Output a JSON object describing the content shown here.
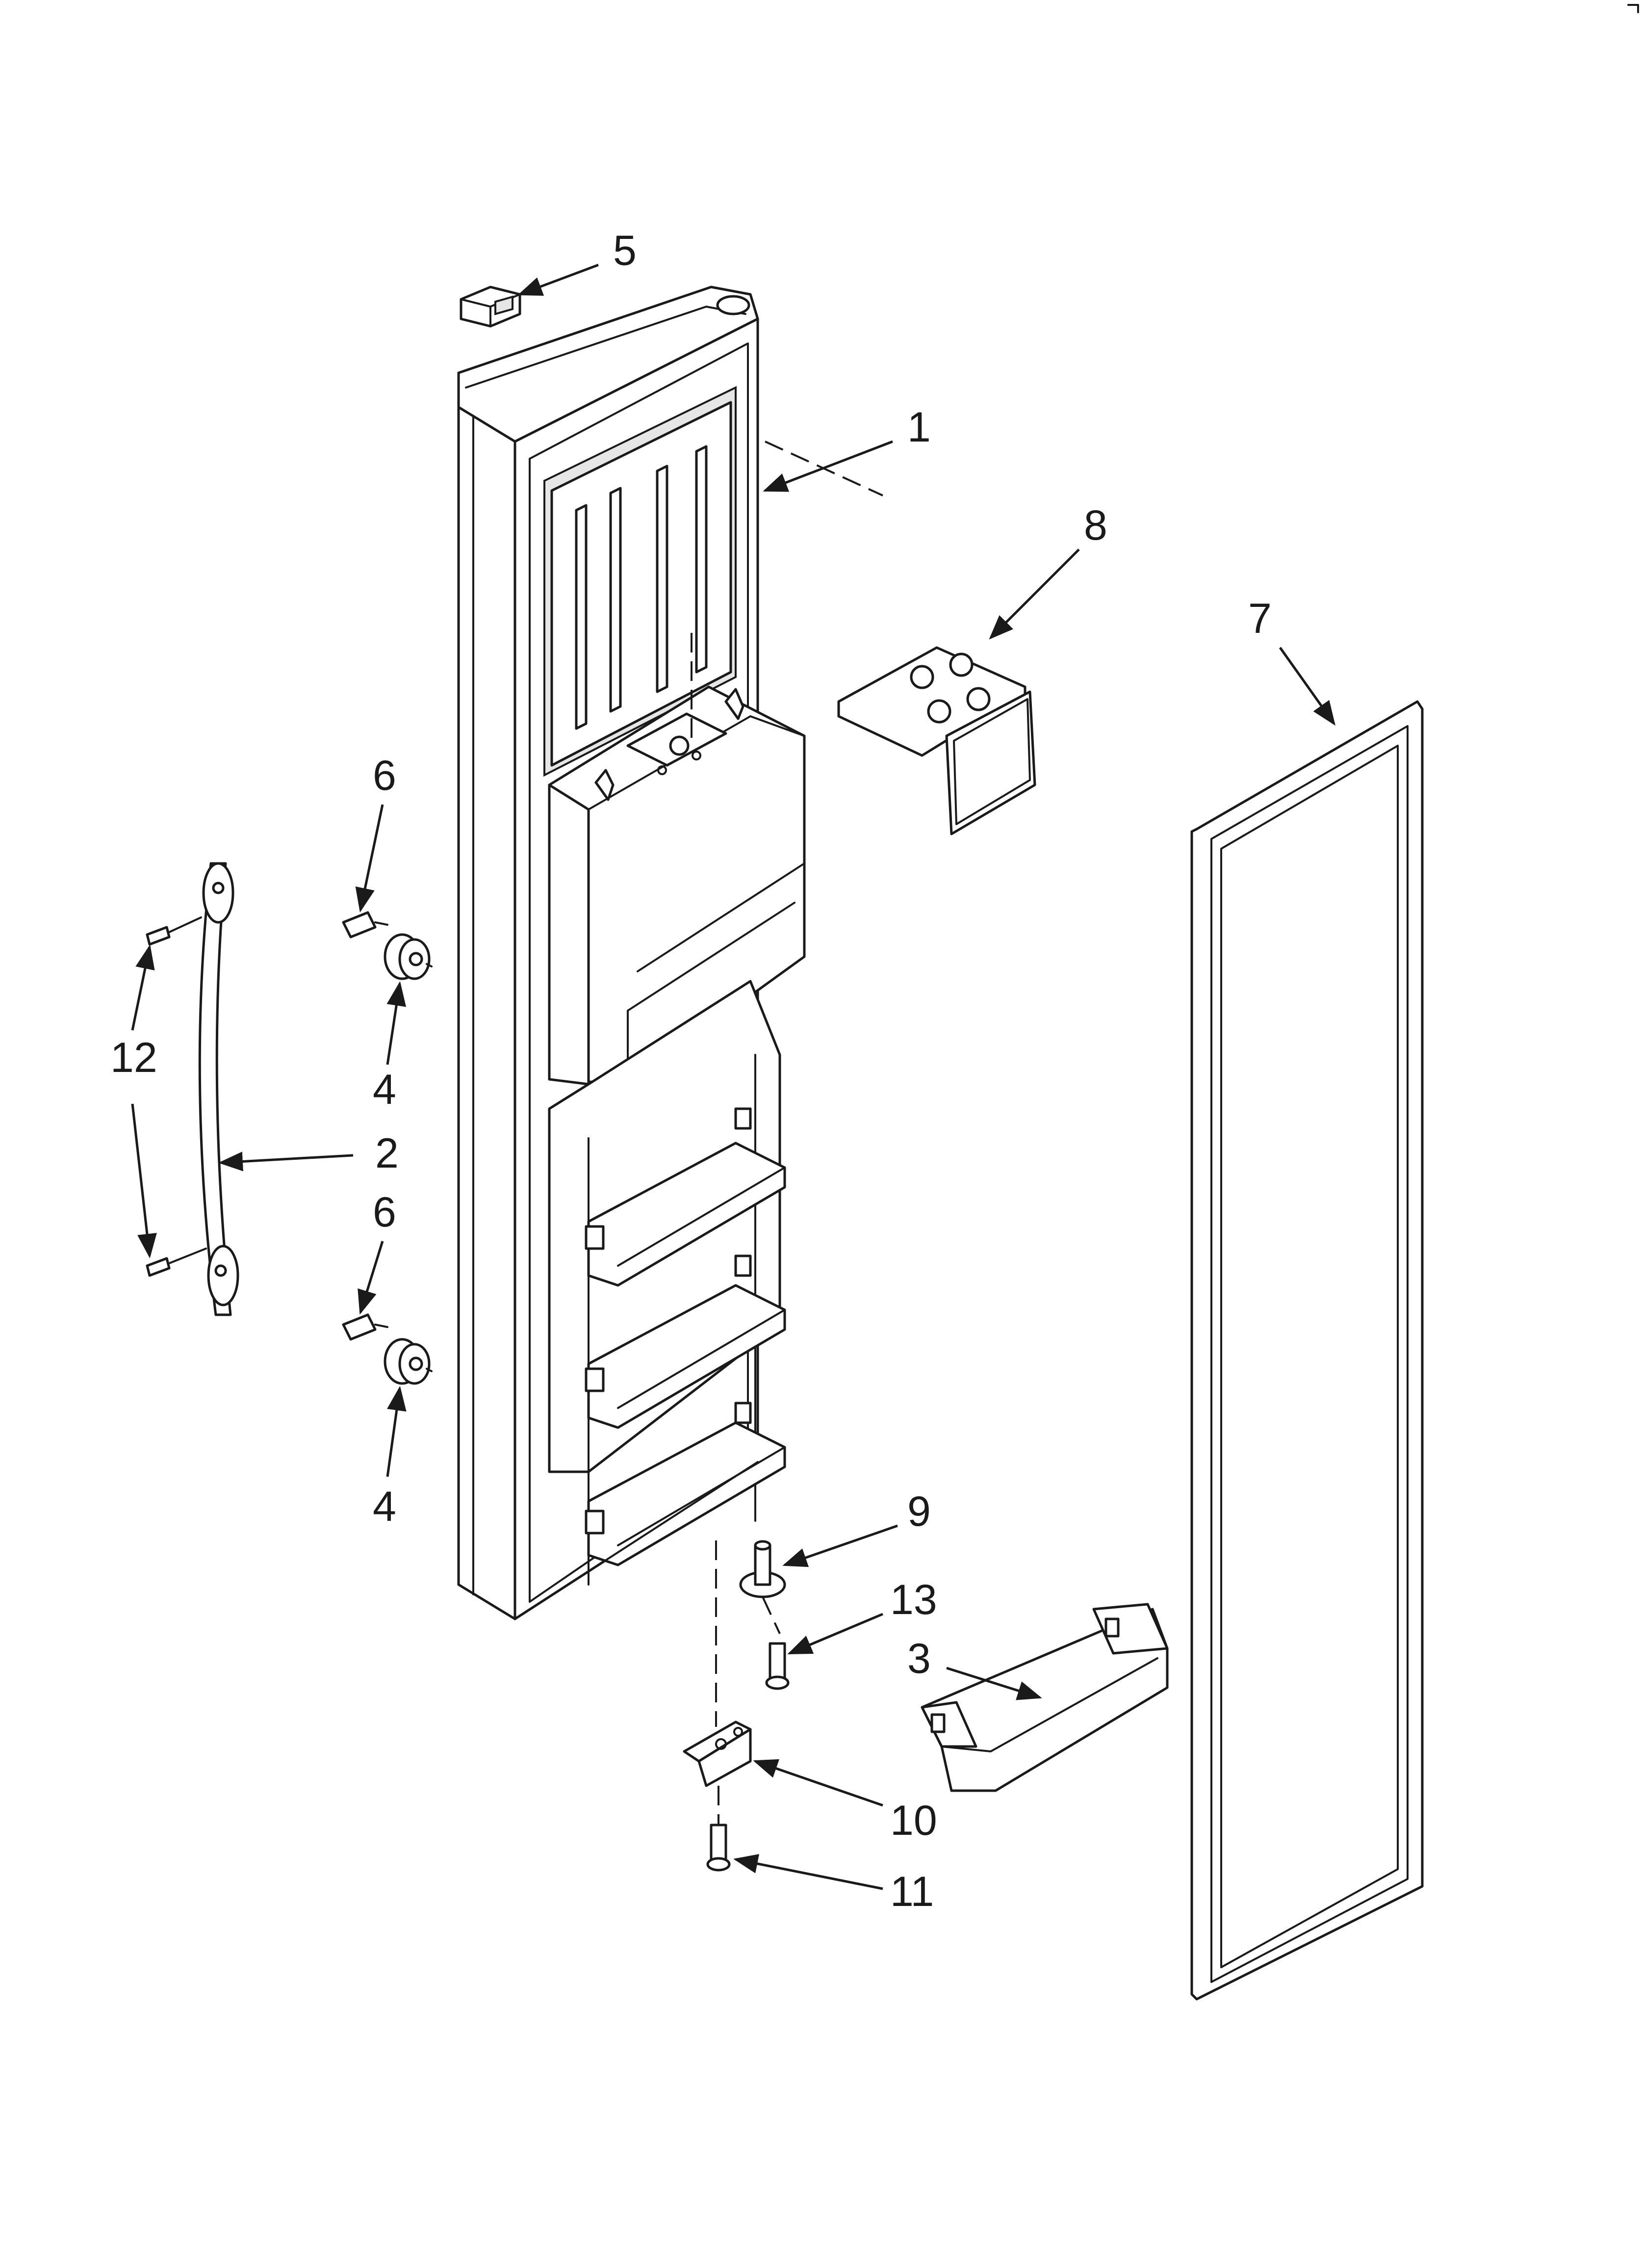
{
  "callouts": [
    {
      "id": "1",
      "label": "1"
    },
    {
      "id": "2",
      "label": "2"
    },
    {
      "id": "3",
      "label": "3"
    },
    {
      "id": "4a",
      "label": "4"
    },
    {
      "id": "4b",
      "label": "4"
    },
    {
      "id": "5",
      "label": "5"
    },
    {
      "id": "6a",
      "label": "6"
    },
    {
      "id": "6b",
      "label": "6"
    },
    {
      "id": "7",
      "label": "7"
    },
    {
      "id": "8",
      "label": "8"
    },
    {
      "id": "9",
      "label": "9"
    },
    {
      "id": "10",
      "label": "10"
    },
    {
      "id": "11",
      "label": "11"
    },
    {
      "id": "12",
      "label": "12"
    },
    {
      "id": "13",
      "label": "13"
    }
  ],
  "colors": {
    "line": "#1a1a1a",
    "background": "#ffffff",
    "shade": "#e6e6e6"
  }
}
